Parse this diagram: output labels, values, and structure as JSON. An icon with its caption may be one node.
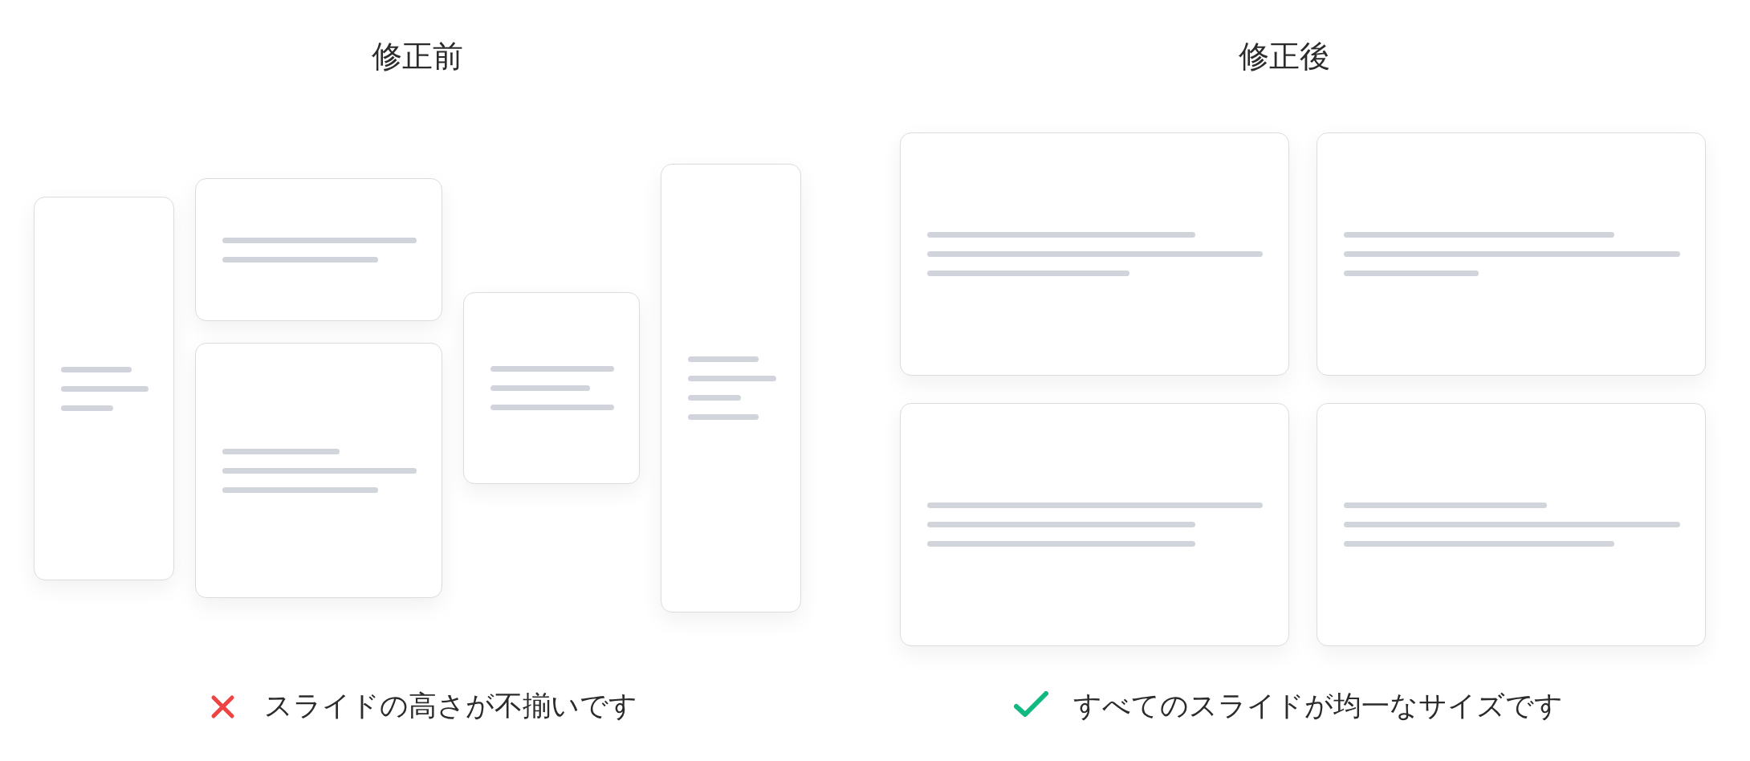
{
  "diagram": {
    "nodes": [
      {
        "text": [],
        "shape": "box"
      },
      {
        "text": [],
        "shape": "box"
      },
      {
        "text": [],
        "shape": "box"
      },
      {
        "text": [],
        "shape": "box"
      },
      {
        "text": [],
        "shape": "box"
      },
      {
        "text": [],
        "shape": "box"
      },
      {
        "text": [],
        "shape": "box"
      },
      {
        "text": [],
        "shape": "box"
      },
      {
        "text": [],
        "shape": "box"
      }
    ],
    "labels": [
      "修正前",
      "修正後",
      "スライドの高さが不揃いです",
      "すべてのスライドが均一なサイズです"
    ]
  }
}
